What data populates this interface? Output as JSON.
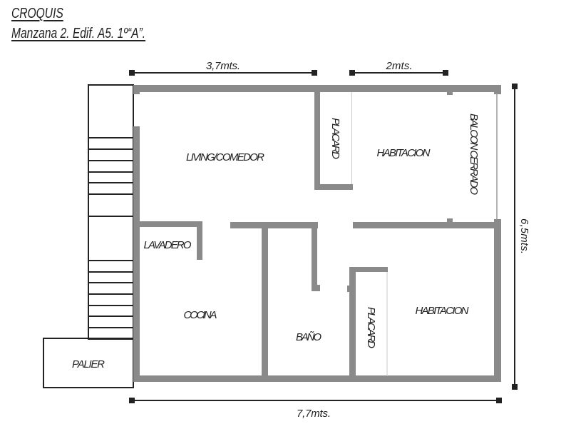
{
  "title": {
    "line1": "CROQUIS",
    "line2": "Manzana 2. Edif. A5. 1º“A”."
  },
  "dimensions": {
    "living_width": "3,7mts.",
    "room_width": "2mts.",
    "total_depth": "6,5mts.",
    "total_width": "7,7mts."
  },
  "rooms": {
    "living": "LIVING/COMEDOR",
    "placard_top": "PLACARD",
    "bedroom_top": "HABITACION",
    "balcony": "BALCON CERRADO",
    "laundry": "LAVADERO",
    "kitchen": "COCINA",
    "bathroom": "BAÑO",
    "placard_bottom": "PLACARD",
    "bedroom_bottom": "HABITACION",
    "landing": "PALIER"
  },
  "colors": {
    "wall": "#8a8a8a",
    "line": "#222222"
  }
}
